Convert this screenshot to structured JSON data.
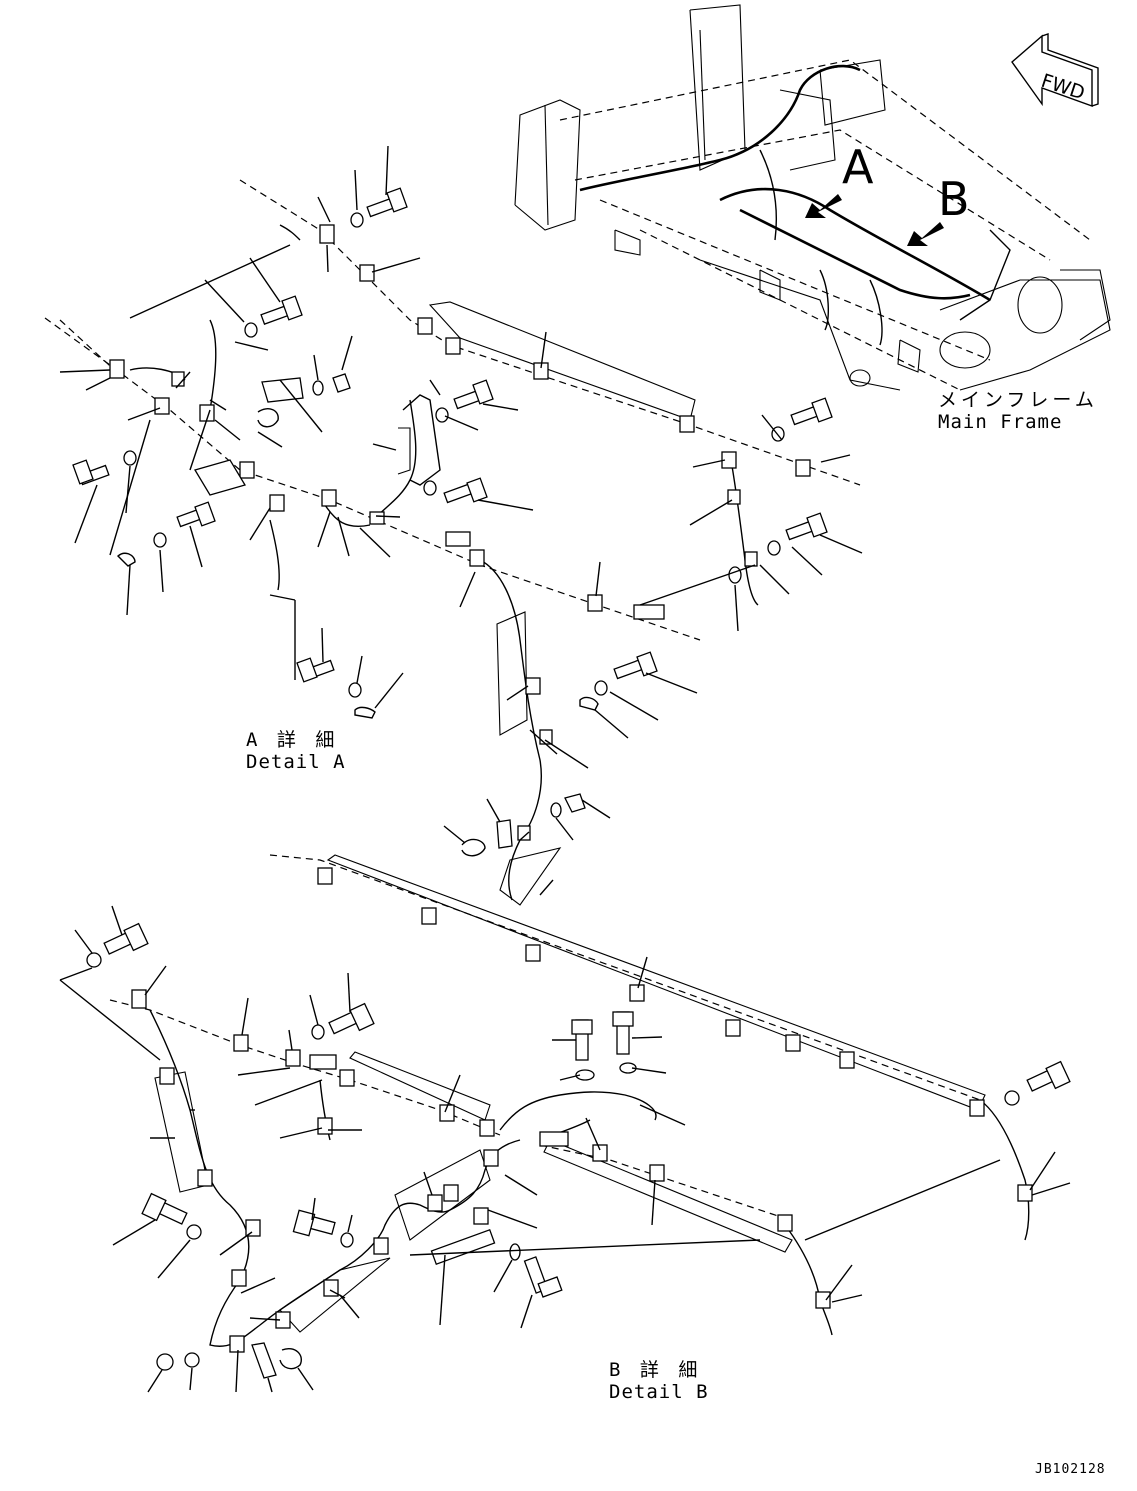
{
  "labels": {
    "main_frame_jp": "メインフレーム",
    "main_frame_en": "Main Frame",
    "detail_a_jp": "A 詳 細",
    "detail_a_en": "Detail A",
    "detail_b_jp": "B 詳 細",
    "detail_b_en": "Detail B",
    "view_a": "A",
    "view_b": "B",
    "fwd": "FWD",
    "drawing_code": "JB102128"
  },
  "colors": {
    "ink": "#000000",
    "paper": "#ffffff"
  }
}
